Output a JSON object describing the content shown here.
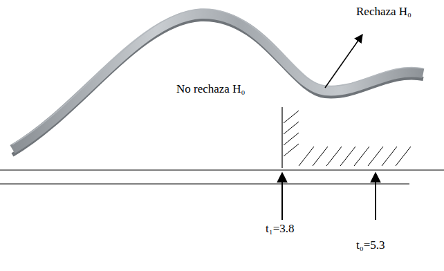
{
  "diagram": {
    "labels": [
      "Rechaza H₀",
      "No rechaza H₀",
      "t₁=3.8",
      "t₀=5.3"
    ]
  }
}
